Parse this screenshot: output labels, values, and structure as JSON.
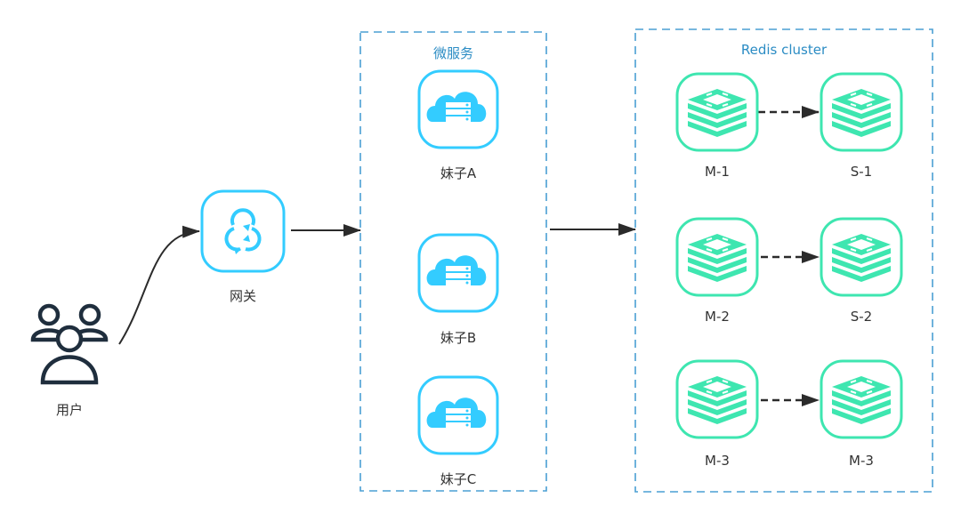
{
  "colors": {
    "group_border": "#4a9fd3",
    "group_title": "#2b8cc4",
    "service_accent": "#33ccff",
    "redis_accent": "#3ee6b0",
    "user_icon": "#1f2e3d",
    "arrow": "#2b2b2b",
    "label": "#333333"
  },
  "nodes": {
    "user": {
      "label": "用户",
      "icon": "users-icon"
    },
    "gateway": {
      "label": "网关",
      "icon": "cloud-sync-icon"
    }
  },
  "groups": {
    "microservices": {
      "title": "微服务",
      "items": [
        {
          "label": "妹子A",
          "icon": "cloud-server-icon"
        },
        {
          "label": "妹子B",
          "icon": "cloud-server-icon"
        },
        {
          "label": "妹子C",
          "icon": "cloud-server-icon"
        }
      ]
    },
    "redis": {
      "title": "Redis cluster",
      "pairs": [
        {
          "master": "M-1",
          "replica": "S-1"
        },
        {
          "master": "M-2",
          "replica": "S-2"
        },
        {
          "master": "M-3",
          "replica": "M-3"
        }
      ],
      "icon": "redis-stack-icon"
    }
  },
  "edges": [
    {
      "from": "user",
      "to": "gateway",
      "style": "solid-curve"
    },
    {
      "from": "gateway",
      "to": "microservices",
      "style": "solid"
    },
    {
      "from": "microservices",
      "to": "redis",
      "style": "solid"
    },
    {
      "from": "M-1",
      "to": "S-1",
      "style": "dashed"
    },
    {
      "from": "M-2",
      "to": "S-2",
      "style": "dashed"
    },
    {
      "from": "M-3",
      "to": "M-3 (replica)",
      "style": "dashed"
    }
  ]
}
